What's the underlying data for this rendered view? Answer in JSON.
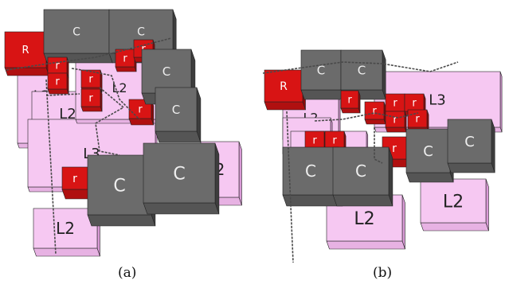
{
  "panels": [
    {
      "caption": "(a)"
    },
    {
      "caption": "(b)"
    }
  ],
  "legend_letters": {
    "R": "R",
    "r": "r",
    "C": "C",
    "L2": "L2",
    "L3": "L3",
    "two": "2"
  },
  "colors": {
    "gray_top": "#6b6b6b",
    "gray_side": "#3d3d3d",
    "gray_front": "#555555",
    "red_top": "#d81414",
    "red_side": "#8e0a0a",
    "red_front": "#b01010",
    "pink_top": "#f6c8f2",
    "pink_side": "#d99ad6",
    "pink_front": "#e7b2e3",
    "route": "#4a4a4a"
  }
}
